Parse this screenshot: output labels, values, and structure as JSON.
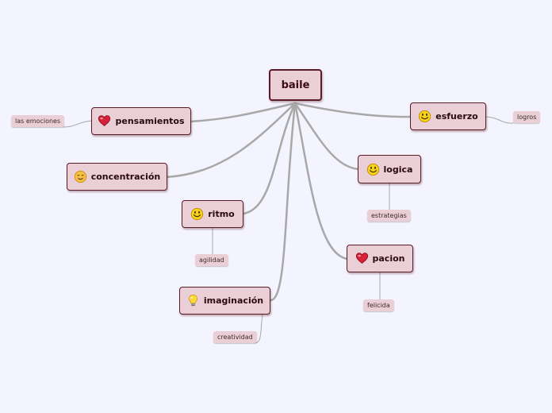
{
  "root": {
    "label": "baile"
  },
  "topics": [
    {
      "id": "pensamientos",
      "label": "pensamientos",
      "icon": "heart-icon",
      "child": "las emociones"
    },
    {
      "id": "concentracion",
      "label": "concentración",
      "icon": "smile-icon",
      "child": ""
    },
    {
      "id": "ritmo",
      "label": "ritmo",
      "icon": "smiley-icon",
      "child": "agilidad"
    },
    {
      "id": "imaginacion",
      "label": "imaginación",
      "icon": "lightbulb-icon",
      "child": "creatividad"
    },
    {
      "id": "esfuerzo",
      "label": "esfuerzo",
      "icon": "smiley-icon",
      "child": "logros"
    },
    {
      "id": "logica",
      "label": "logica",
      "icon": "smiley-icon",
      "child": "estrategias"
    },
    {
      "id": "pacion",
      "label": "pacion",
      "icon": "heart-icon",
      "child": "felicida"
    }
  ],
  "colors": {
    "background": "#f4f4fe",
    "node_fill": "#ead0d6",
    "node_border": "#5a1a26",
    "connector": "#a8a8a8"
  }
}
